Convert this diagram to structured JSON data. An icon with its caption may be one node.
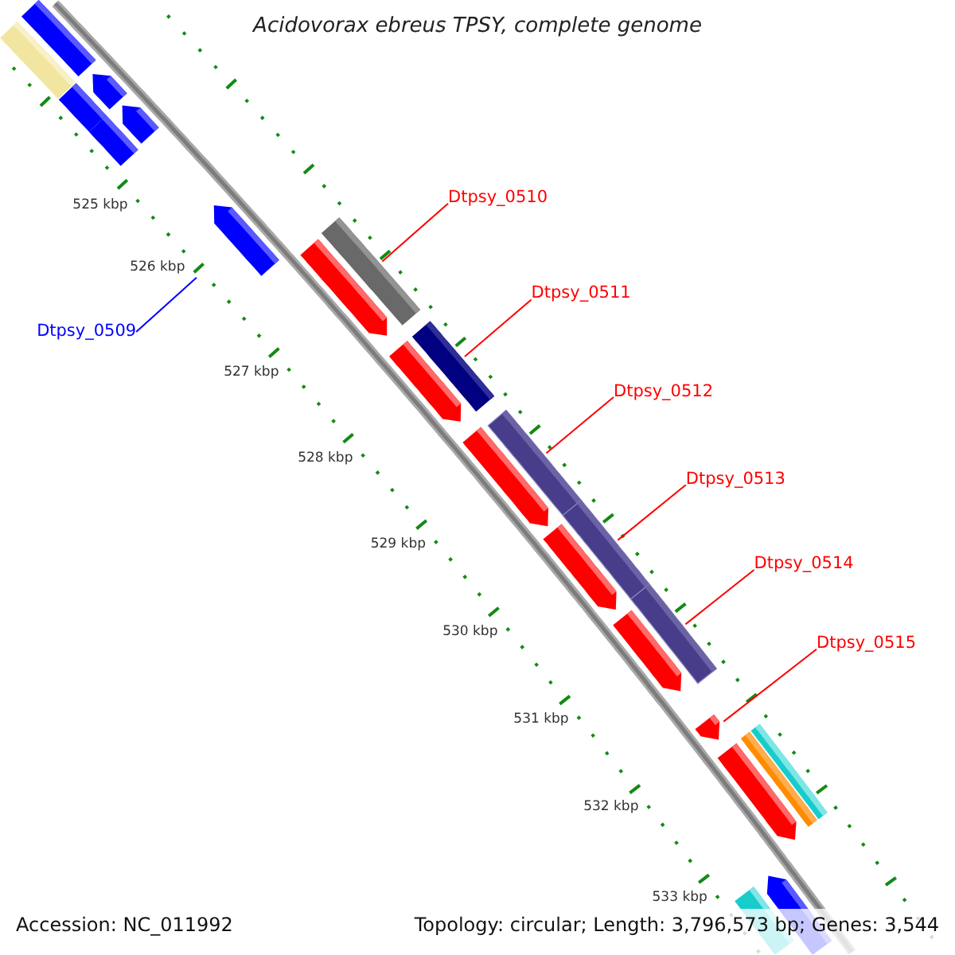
{
  "diagram": {
    "title": "Acidovorax ebreus TPSY, complete genome",
    "nodes": [
      {
        "text": [],
        "shape": "bar"
      },
      {
        "text": [],
        "shape": "bar"
      },
      {
        "text": [],
        "shape": "bar"
      },
      {
        "text": [],
        "shape": "arrow"
      },
      {
        "text": [],
        "shape": "bar"
      },
      {
        "text": [],
        "shape": "arrow"
      },
      {
        "text": [
          "Dtpsy_0509"
        ]
      },
      {
        "text": [],
        "shape": "arrow"
      },
      {
        "text": [
          "Dtpsy_0510"
        ]
      },
      {
        "text": [],
        "shape": "bar"
      },
      {
        "text": [],
        "shape": "arrow"
      },
      {
        "text": [
          "Dtpsy_0511"
        ]
      },
      {
        "text": [],
        "shape": "bar"
      },
      {
        "text": [],
        "shape": "arrow"
      },
      {
        "text": [
          "Dtpsy_0512"
        ]
      },
      {
        "text": [],
        "shape": "bar"
      },
      {
        "text": [],
        "shape": "arrow"
      },
      {
        "text": [
          "Dtpsy_0513"
        ]
      },
      {
        "text": [],
        "shape": "bar"
      },
      {
        "text": [],
        "shape": "arrow"
      },
      {
        "text": [
          "Dtpsy_0514"
        ]
      },
      {
        "text": [],
        "shape": "bar"
      },
      {
        "text": [],
        "shape": "arrow"
      },
      {
        "text": [
          "Dtpsy_0515"
        ]
      },
      {
        "text": [],
        "shape": "arrow"
      },
      {
        "text": [],
        "shape": "arrow"
      },
      {
        "text": [],
        "shape": "bar"
      },
      {
        "text": [],
        "shape": "bar"
      },
      {
        "text": [],
        "shape": "arrow"
      },
      {
        "text": [],
        "shape": "bar"
      }
    ],
    "edges": [
      {
        "from": 6,
        "to": 7,
        "arrow": "none",
        "color": "#0000ff"
      },
      {
        "from": 8,
        "to": 9,
        "arrow": "none"
      },
      {
        "from": 11,
        "to": 12,
        "arrow": "none"
      },
      {
        "from": 14,
        "to": 15,
        "arrow": "none"
      },
      {
        "from": 17,
        "to": 18,
        "arrow": "none"
      },
      {
        "from": 20,
        "to": 21,
        "arrow": "none"
      },
      {
        "from": 23,
        "to": 24,
        "arrow": "none"
      }
    ],
    "labels": [
      "525 kbp",
      "526 kbp",
      "527 kbp",
      "528 kbp",
      "529 kbp",
      "530 kbp",
      "531 kbp",
      "532 kbp",
      "533 kbp",
      "Accession: NC_011992",
      "Topology: circular; Length: 3,796,573 bp; Genes: 3,544"
    ]
  }
}
